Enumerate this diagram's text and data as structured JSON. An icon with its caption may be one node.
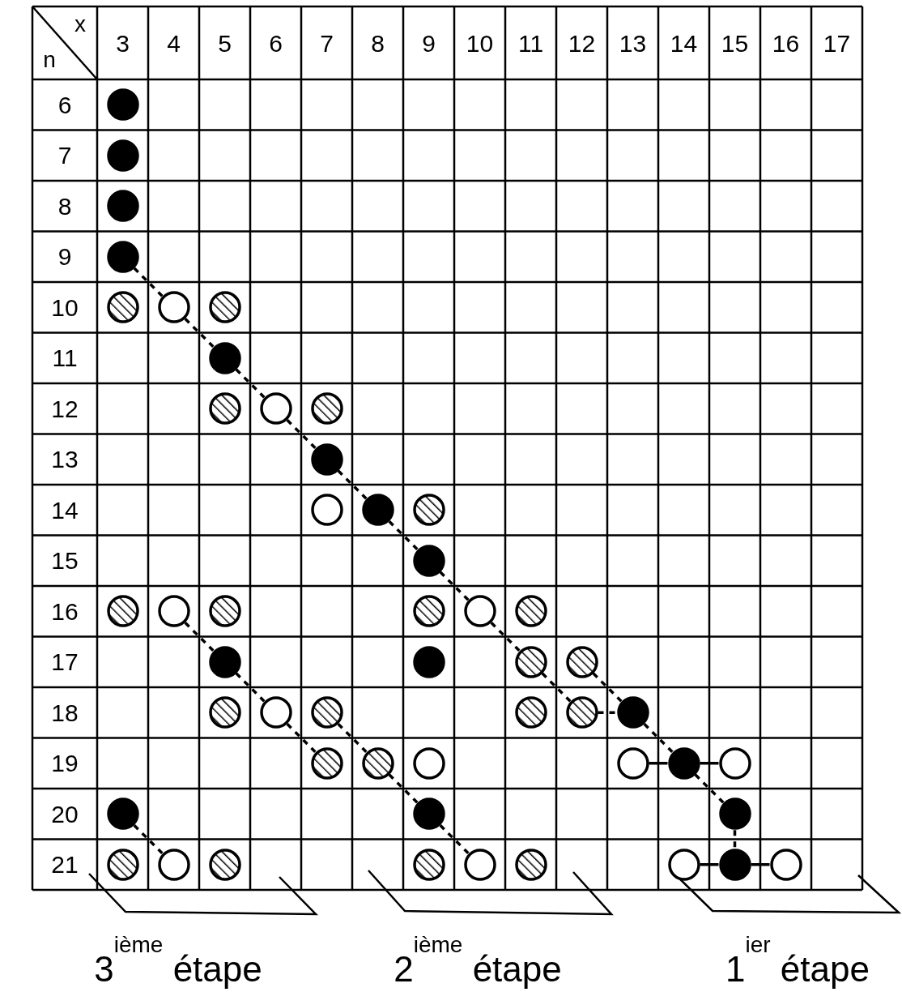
{
  "diagram": {
    "nodes": [
      {
        "text": [],
        "shape": "dot"
      },
      {
        "text": [],
        "shape": "dot"
      },
      {
        "text": [],
        "shape": "dot"
      },
      {
        "text": [],
        "shape": "dot"
      },
      {
        "text": [],
        "shape": "hatch"
      },
      {
        "text": [],
        "shape": "circle"
      },
      {
        "text": [],
        "shape": "hatch"
      },
      {
        "text": [],
        "shape": "dot"
      },
      {
        "text": [],
        "shape": "hatch"
      },
      {
        "text": [],
        "shape": "circle"
      },
      {
        "text": [],
        "shape": "hatch"
      },
      {
        "text": [],
        "shape": "dot"
      },
      {
        "text": [],
        "shape": "circle"
      },
      {
        "text": [],
        "shape": "dot"
      },
      {
        "text": [],
        "shape": "hatch"
      },
      {
        "text": [],
        "shape": "dot"
      },
      {
        "text": [],
        "shape": "hatch"
      },
      {
        "text": [],
        "shape": "circle"
      },
      {
        "text": [],
        "shape": "hatch"
      },
      {
        "text": [],
        "shape": "hatch"
      },
      {
        "text": [],
        "shape": "circle"
      },
      {
        "text": [],
        "shape": "hatch"
      },
      {
        "text": [],
        "shape": "dot"
      },
      {
        "text": [],
        "shape": "dot"
      },
      {
        "text": [],
        "shape": "hatch"
      },
      {
        "text": [],
        "shape": "hatch"
      },
      {
        "text": [],
        "shape": "hatch"
      },
      {
        "text": [],
        "shape": "circle"
      },
      {
        "text": [],
        "shape": "hatch"
      },
      {
        "text": [],
        "shape": "hatch"
      },
      {
        "text": [],
        "shape": "hatch"
      },
      {
        "text": [],
        "shape": "dot"
      },
      {
        "text": [],
        "shape": "hatch"
      },
      {
        "text": [],
        "shape": "hatch"
      },
      {
        "text": [],
        "shape": "circle"
      },
      {
        "text": [],
        "shape": "circle"
      },
      {
        "text": [],
        "shape": "dot"
      },
      {
        "text": [],
        "shape": "circle"
      },
      {
        "text": [],
        "shape": "dot"
      },
      {
        "text": [],
        "shape": "dot"
      },
      {
        "text": [],
        "shape": "dot"
      },
      {
        "text": [],
        "shape": "hatch"
      },
      {
        "text": [],
        "shape": "circle"
      },
      {
        "text": [],
        "shape": "hatch"
      },
      {
        "text": [],
        "shape": "hatch"
      },
      {
        "text": [],
        "shape": "circle"
      },
      {
        "text": [],
        "shape": "hatch"
      },
      {
        "text": [],
        "shape": "circle"
      },
      {
        "text": [],
        "shape": "dot"
      },
      {
        "text": [],
        "shape": "circle"
      }
    ],
    "edges": [
      {
        "from": 3,
        "to": 5,
        "arrow": "none",
        "style": "dashed"
      },
      {
        "from": 5,
        "to": 7,
        "arrow": "none",
        "style": "dashed"
      },
      {
        "from": 7,
        "to": 9,
        "arrow": "none",
        "style": "dashed"
      },
      {
        "from": 9,
        "to": 11,
        "arrow": "none",
        "style": "dashed"
      },
      {
        "from": 11,
        "to": 13,
        "arrow": "none",
        "style": "dashed"
      },
      {
        "from": 13,
        "to": 15,
        "arrow": "none",
        "style": "dashed"
      },
      {
        "from": 15,
        "to": 20,
        "arrow": "none",
        "style": "dashed"
      },
      {
        "from": 20,
        "to": 24,
        "arrow": "none",
        "style": "dashed"
      },
      {
        "from": 24,
        "to": 30,
        "arrow": "none",
        "style": "dashed"
      },
      {
        "from": 25,
        "to": 31,
        "arrow": "none",
        "style": "dashed"
      },
      {
        "from": 30,
        "to": 31,
        "arrow": "none",
        "style": "dashed"
      },
      {
        "from": 31,
        "to": 36,
        "arrow": "none",
        "style": "dashed"
      },
      {
        "from": 36,
        "to": 40,
        "arrow": "none",
        "style": "dashed"
      },
      {
        "from": 40,
        "to": 48,
        "arrow": "none",
        "style": "dashed"
      },
      {
        "from": 17,
        "to": 22,
        "arrow": "none",
        "style": "dashed"
      },
      {
        "from": 22,
        "to": 27,
        "arrow": "none",
        "style": "dashed"
      },
      {
        "from": 27,
        "to": 32,
        "arrow": "none",
        "style": "dashed"
      },
      {
        "from": 28,
        "to": 33,
        "arrow": "none",
        "style": "dashed"
      },
      {
        "from": 33,
        "to": 39,
        "arrow": "none",
        "style": "dashed"
      },
      {
        "from": 38,
        "to": 42,
        "arrow": "none",
        "style": "dashed"
      },
      {
        "from": 39,
        "to": 45,
        "arrow": "none",
        "style": "dashed"
      },
      {
        "from": 35,
        "to": 36,
        "arrow": "none"
      },
      {
        "from": 36,
        "to": 37,
        "arrow": "none"
      },
      {
        "from": 47,
        "to": 48,
        "arrow": "none"
      },
      {
        "from": 48,
        "to": 49,
        "arrow": "none"
      }
    ],
    "labels": [
      "x",
      "n",
      "3",
      "4",
      "5",
      "6",
      "7",
      "8",
      "9",
      "10",
      "11",
      "12",
      "13",
      "14",
      "15",
      "16",
      "17",
      "6",
      "7",
      "8",
      "9",
      "10",
      "11",
      "12",
      "13",
      "14",
      "15",
      "16",
      "17",
      "18",
      "19",
      "20",
      "21",
      "3$^{ième}$ étape",
      "2$^{ième}$ étape",
      "1$^{ier}$ étape"
    ]
  }
}
